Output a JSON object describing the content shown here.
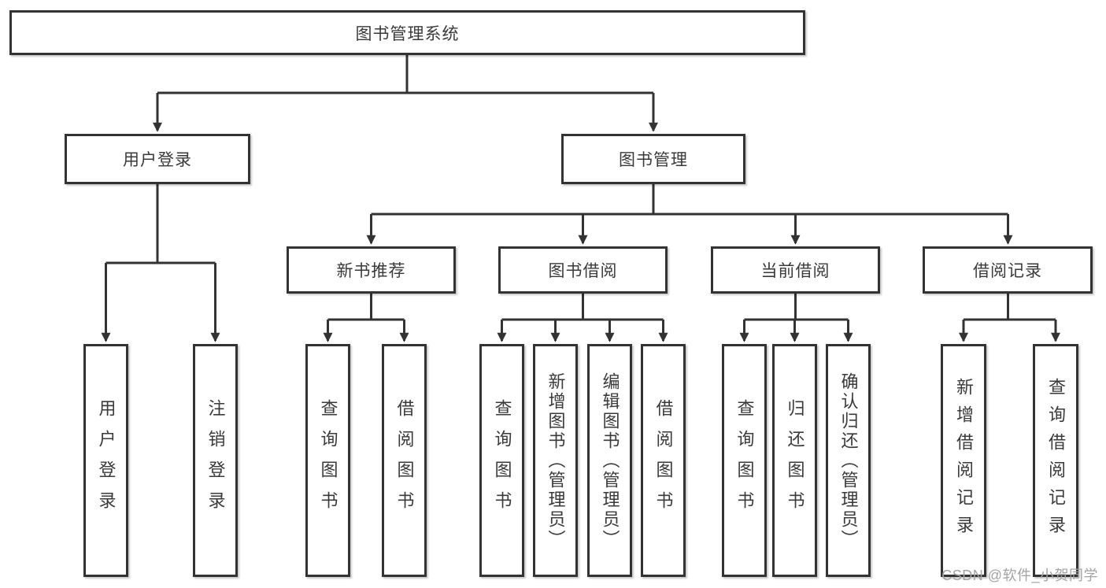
{
  "diagram": {
    "root": {
      "label": "图书管理系统"
    },
    "user_login": {
      "label": "用户登录",
      "children": [
        {
          "label": "用户登录"
        },
        {
          "label": "注销登录"
        }
      ]
    },
    "book_management": {
      "label": "图书管理",
      "groups": [
        {
          "label": "新书推荐",
          "children": [
            {
              "label": "查询图书"
            },
            {
              "label": "借阅图书"
            }
          ]
        },
        {
          "label": "图书借阅",
          "children": [
            {
              "label": "查询图书"
            },
            {
              "label": "新增图书（管理员）"
            },
            {
              "label": "编辑图书（管理员）"
            },
            {
              "label": "借阅图书"
            }
          ]
        },
        {
          "label": "当前借阅",
          "children": [
            {
              "label": "查询图书"
            },
            {
              "label": "归还图书"
            },
            {
              "label": "确认归还（管理员）"
            }
          ]
        },
        {
          "label": "借阅记录",
          "children": [
            {
              "label": "新增借阅记录"
            },
            {
              "label": "查询借阅记录"
            }
          ]
        }
      ]
    },
    "watermark": "CSDN @软件_小贺同学"
  },
  "colors": {
    "line": "#333333",
    "box_border": "#333333",
    "box_fill": "#ffffff",
    "label_text": "#3a3a3a",
    "watermark_text": "#a3a3a3"
  }
}
